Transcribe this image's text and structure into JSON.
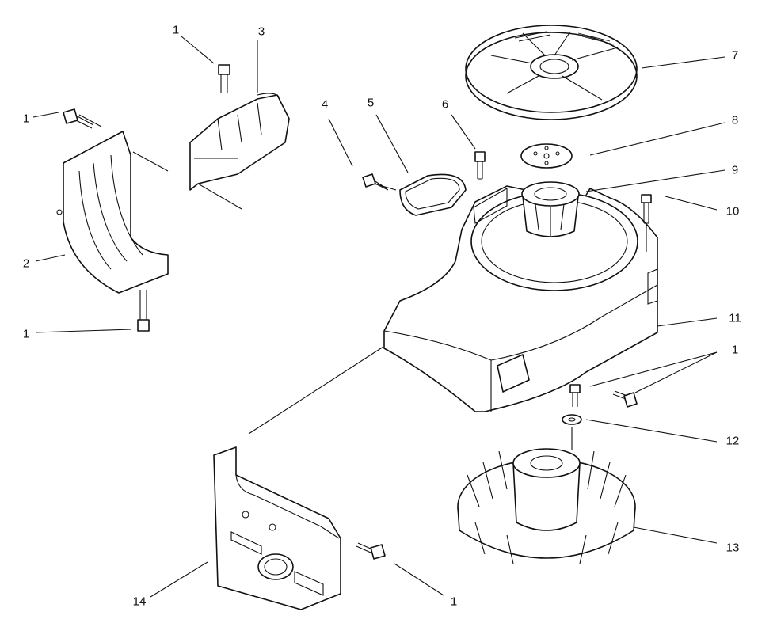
{
  "callouts": {
    "c1a": "1",
    "c3": "3",
    "c1b": "1",
    "c2": "2",
    "c1c": "1",
    "c4": "4",
    "c5": "5",
    "c6": "6",
    "c7": "7",
    "c8": "8",
    "c9": "9",
    "c10": "10",
    "c11": "11",
    "c1d": "1",
    "c12": "12",
    "c13": "13",
    "c14": "14",
    "c1e": "1"
  }
}
